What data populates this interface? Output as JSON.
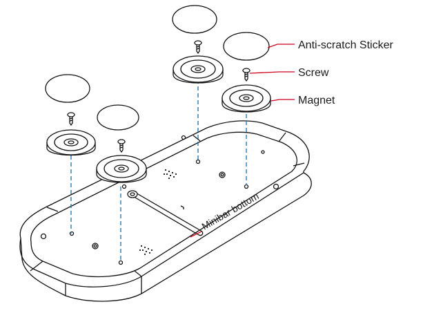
{
  "labels": {
    "sticker": "Anti-scratch Sticker",
    "screw": "Screw",
    "magnet": "Magnet",
    "base": "Minibar bottom"
  },
  "colors": {
    "line": "#111111",
    "leader": "#d0021b",
    "axis_dash": "#1f7ab8",
    "background": "#ffffff"
  }
}
